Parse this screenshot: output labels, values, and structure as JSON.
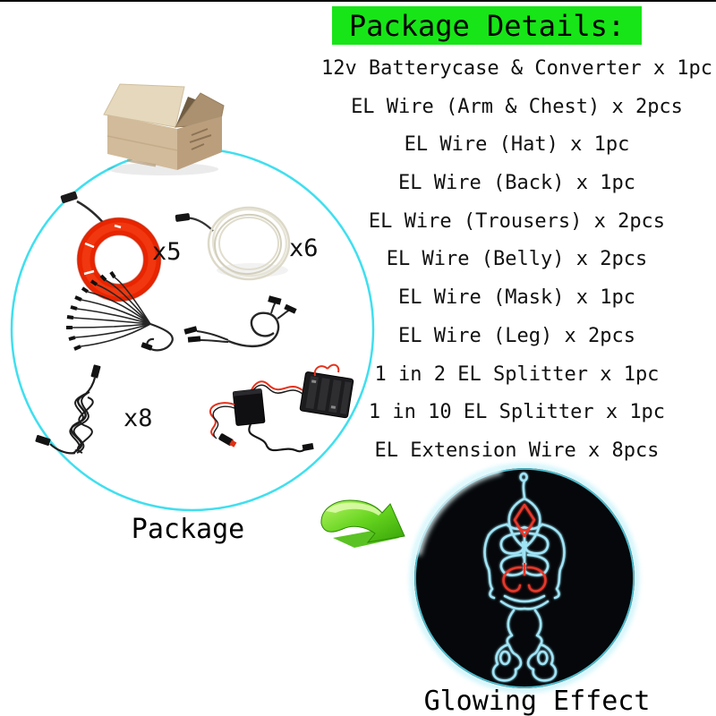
{
  "header": {
    "title": "Package Details:",
    "bg_color": "#17E517",
    "text_color": "#000000"
  },
  "list": {
    "items": [
      "12v Batterycase & Converter x 1pc",
      "EL Wire (Arm & Chest) x 2pcs",
      "EL Wire (Hat) x 1pc",
      "EL Wire (Back) x 1pc",
      "EL Wire (Trousers) x 2pcs",
      "EL Wire (Belly) x 2pcs",
      "EL Wire (Mask) x 1pc",
      "EL Wire (Leg) x 2pcs",
      "1 in 2 EL Splitter x 1pc",
      "1 in 10 EL Splitter x 1pc",
      "EL Extension Wire x 8pcs"
    ]
  },
  "package": {
    "caption": "Package",
    "red_coil_qty": "x5",
    "white_coil_qty": "x6",
    "extension_qty": "x8"
  },
  "glowing": {
    "caption": "Glowing Effect"
  },
  "colors": {
    "circle_stroke": "#3FDFEF",
    "el_wire_red": "#E82500",
    "figure_cyan": "#9FE4F6",
    "figure_red": "#E6372B",
    "arrow_green": "#66D41F",
    "glow_disc": "#05070A"
  }
}
